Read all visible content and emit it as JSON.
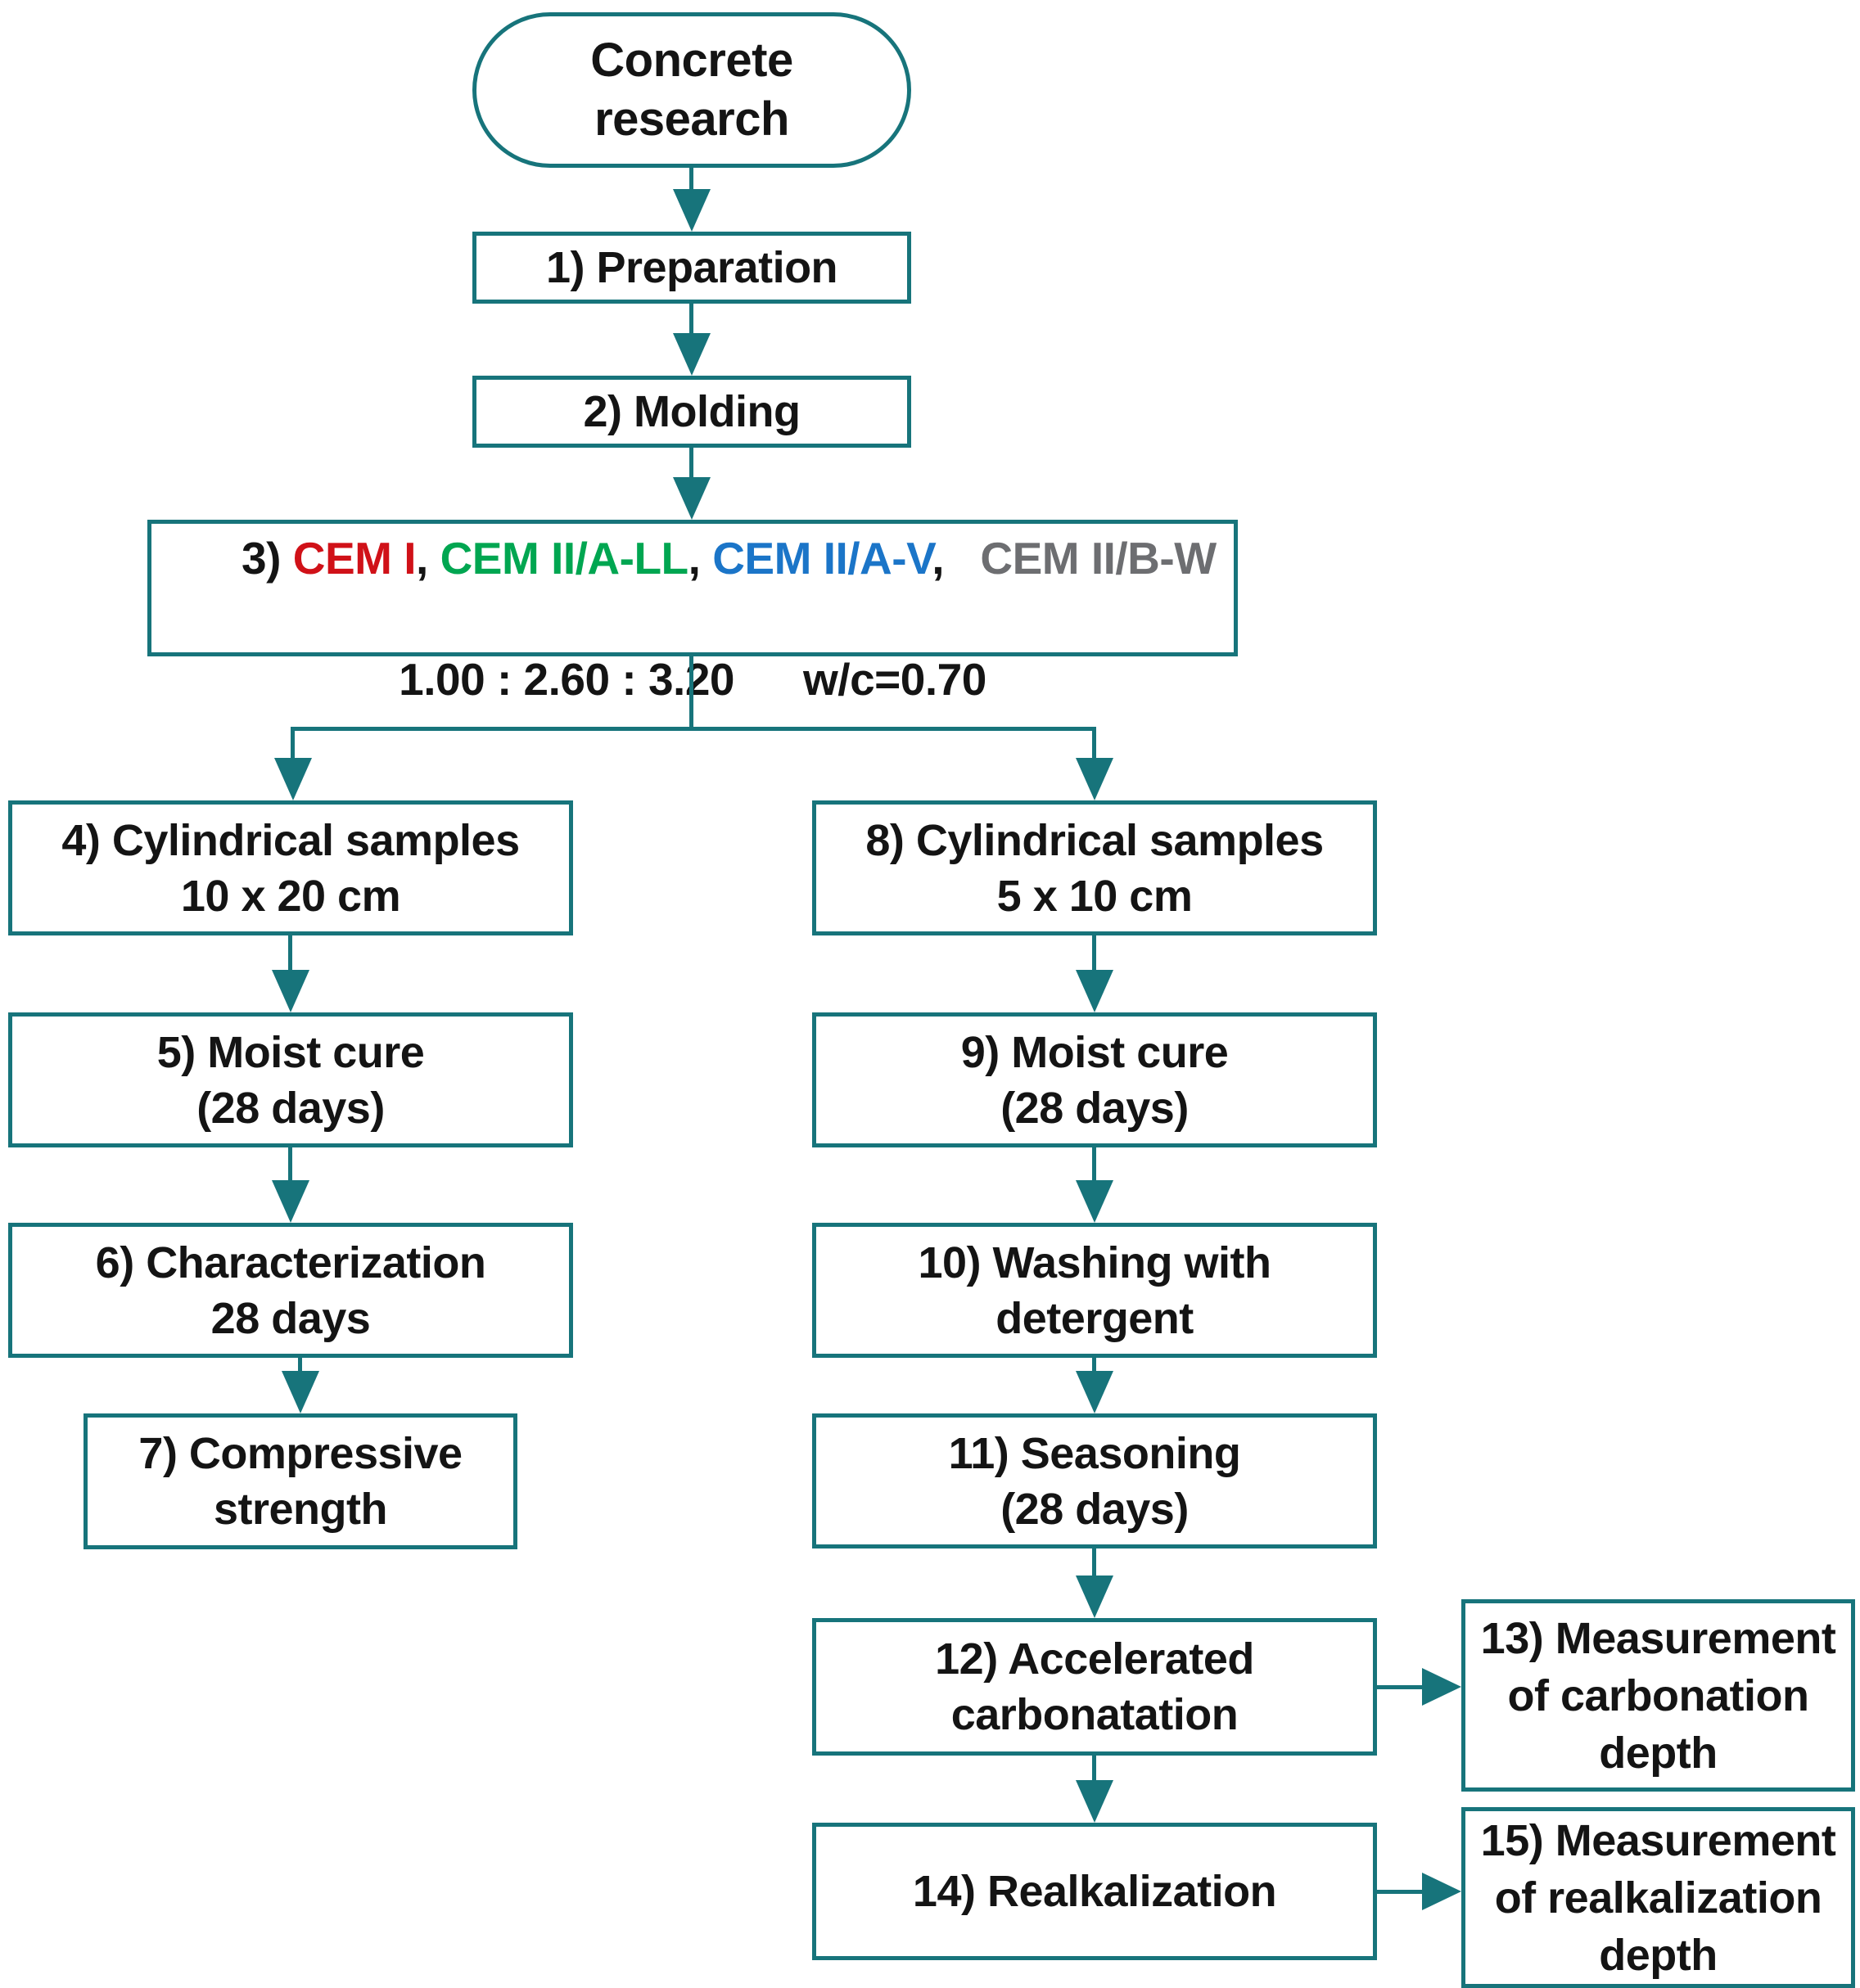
{
  "diagram": {
    "type": "flowchart",
    "title": "Concrete research",
    "colors": {
      "teal": "#17747B",
      "red": "#D01118",
      "green": "#00A651",
      "blue": "#1B75C8",
      "gray": "#6D6E71",
      "ink": "#141414",
      "bg": "#FFFFFF"
    },
    "nodes": {
      "start": {
        "shape": "rounded",
        "lines": [
          "Concrete",
          "research"
        ]
      },
      "n1": {
        "lines": [
          "1) Preparation"
        ]
      },
      "n2": {
        "lines": [
          "2) Molding"
        ]
      },
      "n3": {
        "segments": [
          {
            "text": "3) ",
            "color": "ink"
          },
          {
            "text": "CEM I",
            "color": "red"
          },
          {
            "text": ", ",
            "color": "ink"
          },
          {
            "text": "CEM II/A-LL",
            "color": "green"
          },
          {
            "text": ", ",
            "color": "ink"
          },
          {
            "text": "CEM II/A-V",
            "color": "blue"
          },
          {
            "text": ",   ",
            "color": "ink"
          },
          {
            "text": "CEM II/B-W",
            "color": "gray"
          }
        ],
        "mix_ratio": "1.00 : 2.60 : 3.20",
        "water_cement": "w/c=0.70"
      },
      "n4": {
        "lines": [
          "4) Cylindrical samples",
          "10 x 20 cm"
        ]
      },
      "n5": {
        "lines": [
          "5) Moist cure",
          "(28 days)"
        ]
      },
      "n6": {
        "lines": [
          "6) Characterization",
          "28 days"
        ]
      },
      "n7": {
        "lines": [
          "7) Compressive",
          "strength"
        ]
      },
      "n8": {
        "lines": [
          "8) Cylindrical samples",
          "5 x 10 cm"
        ]
      },
      "n9": {
        "lines": [
          "9) Moist cure",
          "(28 days)"
        ]
      },
      "n10": {
        "lines": [
          "10) Washing with",
          "detergent"
        ]
      },
      "n11": {
        "lines": [
          "11) Seasoning",
          "(28 days)"
        ]
      },
      "n12": {
        "lines": [
          "12) Accelerated",
          "carbonatation"
        ]
      },
      "n13": {
        "lines": [
          "13) Measurement",
          "of carbonation",
          "depth"
        ]
      },
      "n14": {
        "lines": [
          "14) Realkalization"
        ]
      },
      "n15": {
        "lines": [
          "15) Measurement",
          "of realkalization",
          "depth"
        ]
      }
    }
  }
}
